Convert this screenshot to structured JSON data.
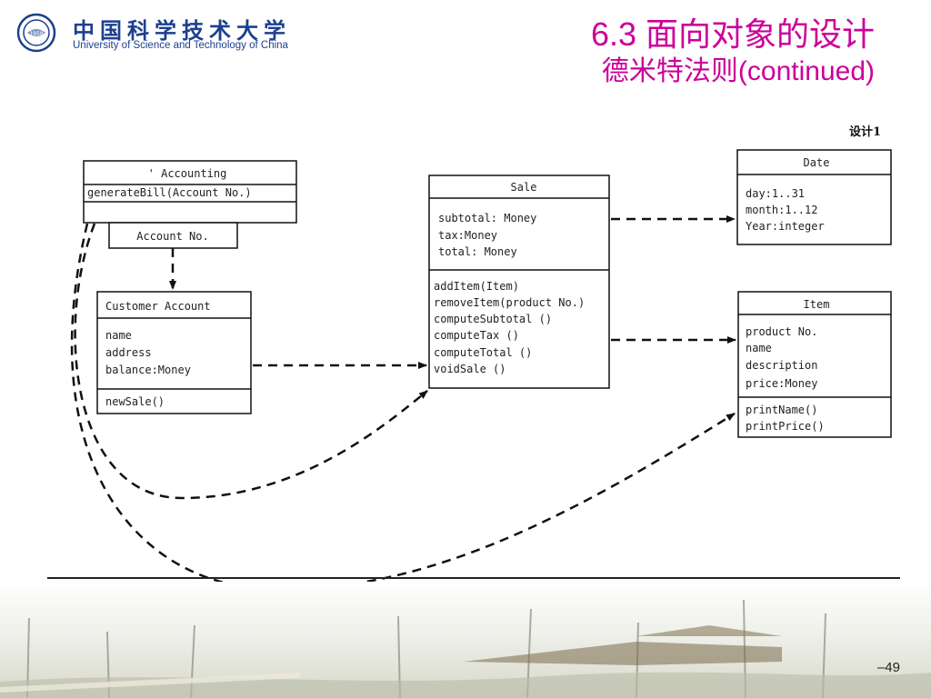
{
  "header": {
    "logo_cn": "中国科学技术大学",
    "logo_en": "University of Science and Technology of China",
    "logo_seal_year": "1958",
    "title_main": "6.3 面向对象的设计",
    "title_sub": "德米特法则(continued)"
  },
  "diagram": {
    "design_label": "设计1",
    "accounting": {
      "name": "' Accounting",
      "operation": "generateBill(Account No.)"
    },
    "qualifier": {
      "label": "Account No."
    },
    "customer_account": {
      "name": "Customer Account",
      "attributes": [
        "name",
        "address",
        "balance:Money"
      ],
      "operations": [
        "newSale()"
      ]
    },
    "sale": {
      "name": "Sale",
      "attributes": [
        "subtotal: Money",
        "tax:Money",
        "total: Money"
      ],
      "operations": [
        "addItem(Item)",
        "removeItem(product No.)",
        "computeSubtotal ()",
        "computeTax ()",
        "computeTotal ()",
        "voidSale ()"
      ]
    },
    "date": {
      "name": "Date",
      "attributes": [
        "day:1..31",
        "month:1..12",
        "Year:integer"
      ]
    },
    "item": {
      "name": "Item",
      "attributes": [
        "product No.",
        "name",
        "description",
        "price:Money"
      ],
      "operations": [
        "printName()",
        "printPrice()"
      ]
    }
  },
  "footer": {
    "page_number": "–49"
  },
  "colors": {
    "title": "#cc0099",
    "logo": "#1c3f8f"
  }
}
